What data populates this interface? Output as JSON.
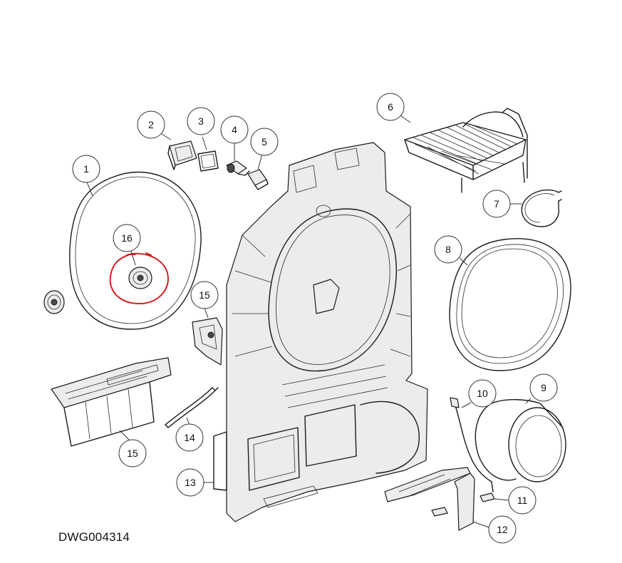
{
  "drawing_id": "DWG004314",
  "highlight_color": "#d42020",
  "callouts": [
    {
      "label": "1"
    },
    {
      "label": "2"
    },
    {
      "label": "3"
    },
    {
      "label": "4"
    },
    {
      "label": "5"
    },
    {
      "label": "6"
    },
    {
      "label": "7"
    },
    {
      "label": "8"
    },
    {
      "label": "9"
    },
    {
      "label": "10"
    },
    {
      "label": "11"
    },
    {
      "label": "12"
    },
    {
      "label": "13"
    },
    {
      "label": "14"
    },
    {
      "label": "15"
    },
    {
      "label": "15"
    },
    {
      "label": "16"
    }
  ]
}
